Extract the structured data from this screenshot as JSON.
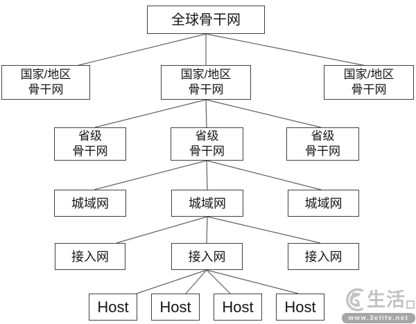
{
  "diagram": {
    "root": {
      "label": "全球骨干网"
    },
    "national": {
      "nodes": [
        {
          "line1": "国家/地区",
          "line2": "骨干网"
        },
        {
          "line1": "国家/地区",
          "line2": "骨干网"
        },
        {
          "line1": "国家/地区",
          "line2": "骨干网"
        }
      ]
    },
    "provincial": {
      "nodes": [
        {
          "line1": "省级",
          "line2": "骨干网"
        },
        {
          "line1": "省级",
          "line2": "骨干网"
        },
        {
          "line1": "省级",
          "line2": "骨干网"
        }
      ]
    },
    "metro": {
      "nodes": [
        {
          "label": "城域网"
        },
        {
          "label": "城域网"
        },
        {
          "label": "城域网"
        }
      ]
    },
    "access": {
      "nodes": [
        {
          "label": "接入网"
        },
        {
          "label": "接入网"
        },
        {
          "label": "接入网"
        }
      ]
    },
    "hosts": {
      "nodes": [
        {
          "label": "Host"
        },
        {
          "label": "Host"
        },
        {
          "label": "Host"
        },
        {
          "label": "Host"
        }
      ]
    }
  },
  "watermark": {
    "brand_text": "生活",
    "url": "www.3elife.net"
  },
  "colors": {
    "background": "#ffffff",
    "box_border": "#3e3e3e",
    "connector_line": "#5f5f5f",
    "text": "#141414",
    "watermark_gray": "#c2c2c2",
    "watermark_bar": "#a6a6a6"
  }
}
